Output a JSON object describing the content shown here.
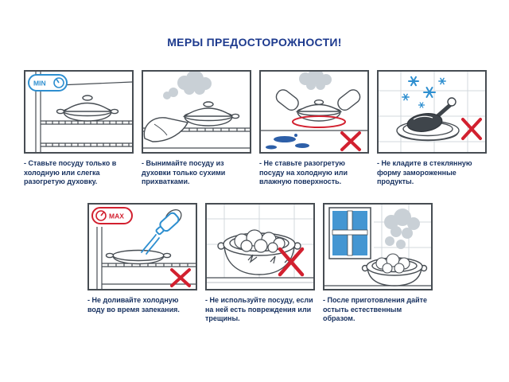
{
  "title": "МЕРЫ ПРЕДОСТОРОЖНОСТИ!",
  "dial_labels": {
    "min": "MIN",
    "max": "MAX"
  },
  "colors": {
    "title_blue": "#1d3a8e",
    "caption_navy": "#16305f",
    "warning_red": "#d2202f",
    "accent_blue": "#2e8fd0",
    "steam_gray": "#c9d0d6"
  },
  "panels": [
    {
      "caption": "- Ставьте посуду только в холодную или слегка разогретую духовку."
    },
    {
      "caption": "- Вынимайте посуду из духовки только сухими прихватками."
    },
    {
      "caption": "- Не ставьте разогретую посуду на холодную или влажную поверхность."
    },
    {
      "caption": "- Не кладите в стеклянную форму замороженные продукты."
    },
    {
      "caption": "- Не доливайте холодную воду во время запекания."
    },
    {
      "caption": "- Не используйте посуду, если на ней есть повреждения или трещины."
    },
    {
      "caption": "- После приготовления дайте остыть естественным образом."
    }
  ]
}
